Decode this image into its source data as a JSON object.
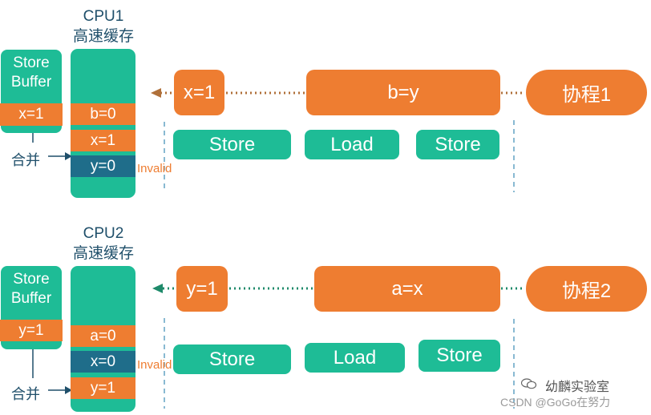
{
  "cpu1": {
    "title_line1": "CPU1",
    "title_line2": "高速缓存",
    "store_buffer_title_line1": "Store",
    "store_buffer_title_line2": "Buffer",
    "store_buffer_value": "x=1",
    "cache_lines": [
      "b=0",
      "x=1",
      "y=0"
    ],
    "invalid_label": "Invalid",
    "merge_label": "合并",
    "pending_store": "x=1",
    "statement": "b=y",
    "coroutine": "协程1",
    "ops": [
      "Store",
      "Load",
      "Store"
    ]
  },
  "cpu2": {
    "title_line1": "CPU2",
    "title_line2": "高速缓存",
    "store_buffer_title_line1": "Store",
    "store_buffer_title_line2": "Buffer",
    "store_buffer_value": "y=1",
    "cache_lines": [
      "a=0",
      "x=0",
      "y=1"
    ],
    "invalid_label": "Invalid",
    "merge_label": "合并",
    "pending_store": "y=1",
    "statement": "a=x",
    "coroutine": "协程2",
    "ops": [
      "Store",
      "Load",
      "Store"
    ]
  },
  "watermark": "幼麟实验室",
  "csdn_credit": "CSDN @GoGo在努力"
}
